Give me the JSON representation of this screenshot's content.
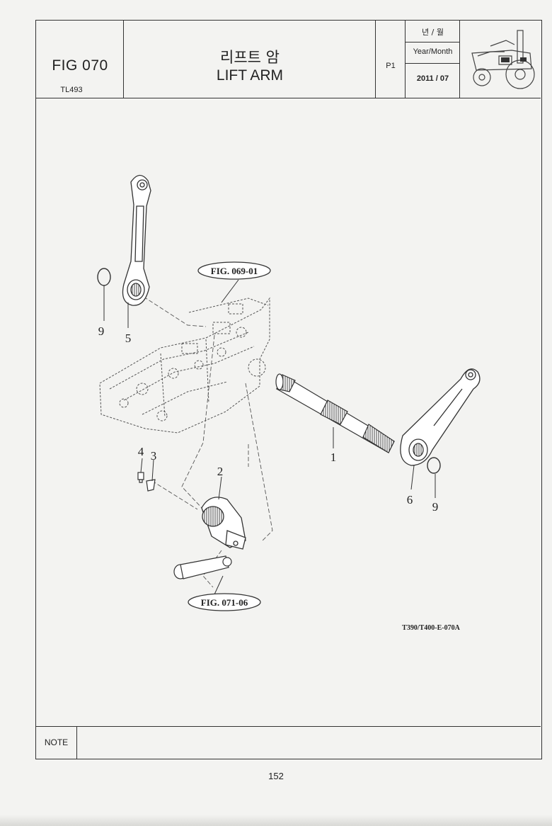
{
  "header": {
    "fig_no": "FIG 070",
    "model": "TL493",
    "title_ko": "리프트 암",
    "title_en": "LIFT ARM",
    "page_code": "P1",
    "ym_label_ko": "년 / 월",
    "ym_label_en": "Year/Month",
    "ym_value": "2011 / 07"
  },
  "callouts": {
    "fig_069": "FIG. 069-01",
    "fig_071": "FIG. 071-06"
  },
  "part_numbers": {
    "p1": "1",
    "p2": "2",
    "p3": "3",
    "p4": "4",
    "p5": "5",
    "p6": "6",
    "p9_left": "9",
    "p9_right": "9"
  },
  "drawing_code": "T390/T400-E-070A",
  "footer": {
    "note_label": "NOTE"
  },
  "page_number": "152"
}
